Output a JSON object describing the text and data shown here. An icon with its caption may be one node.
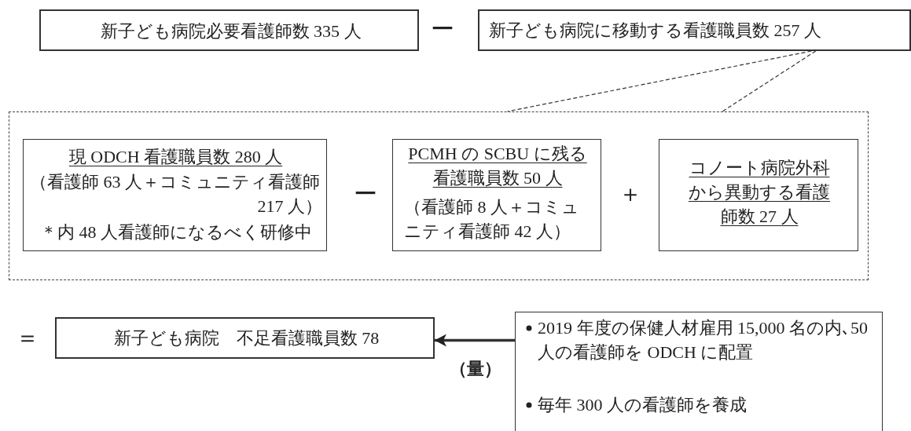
{
  "diagram": {
    "nodes": [
      {
        "text": [
          "新子ども病院必要看護師数 335 人"
        ]
      },
      {
        "text": [
          "新子ども病院に移動する看護職員数 257 人"
        ]
      },
      {
        "text": [],
        "shape": "box"
      },
      {
        "text": [
          "現 ODCH 看護職員数 280 人",
          "（看護師 63 人＋コミュニティ看護師 217 人）",
          "＊内 48 人看護師になるべく研修中"
        ],
        "in": 2
      },
      {
        "text": [
          "PCMH の SCBU に残る看護職員数 50 人",
          "（看護師 8 人＋コミュニティ看護師 42 人）"
        ],
        "in": 2
      },
      {
        "text": [
          "コノート病院外科から異動する看護師数 27 人"
        ],
        "in": 2
      },
      {
        "text": [
          "新子ども病院　不足看護職員数 78"
        ]
      },
      {
        "text": [
          "2019 年度の保健人材雇用 15,000 名の内､50 人の看護師を ODCH に配置",
          "毎年 300 人の看護師を養成"
        ]
      }
    ],
    "edges": [
      {
        "from": 1,
        "to": 2,
        "arrow": "none",
        "style": "dashed"
      },
      {
        "from": 1,
        "to": 2,
        "arrow": "none",
        "style": "dashed"
      },
      {
        "from": 7,
        "to": 6,
        "arrow": "to",
        "label": "（量）",
        "style": "thick"
      }
    ],
    "labels": [
      "ー",
      "ー",
      "＋",
      "＝"
    ]
  }
}
